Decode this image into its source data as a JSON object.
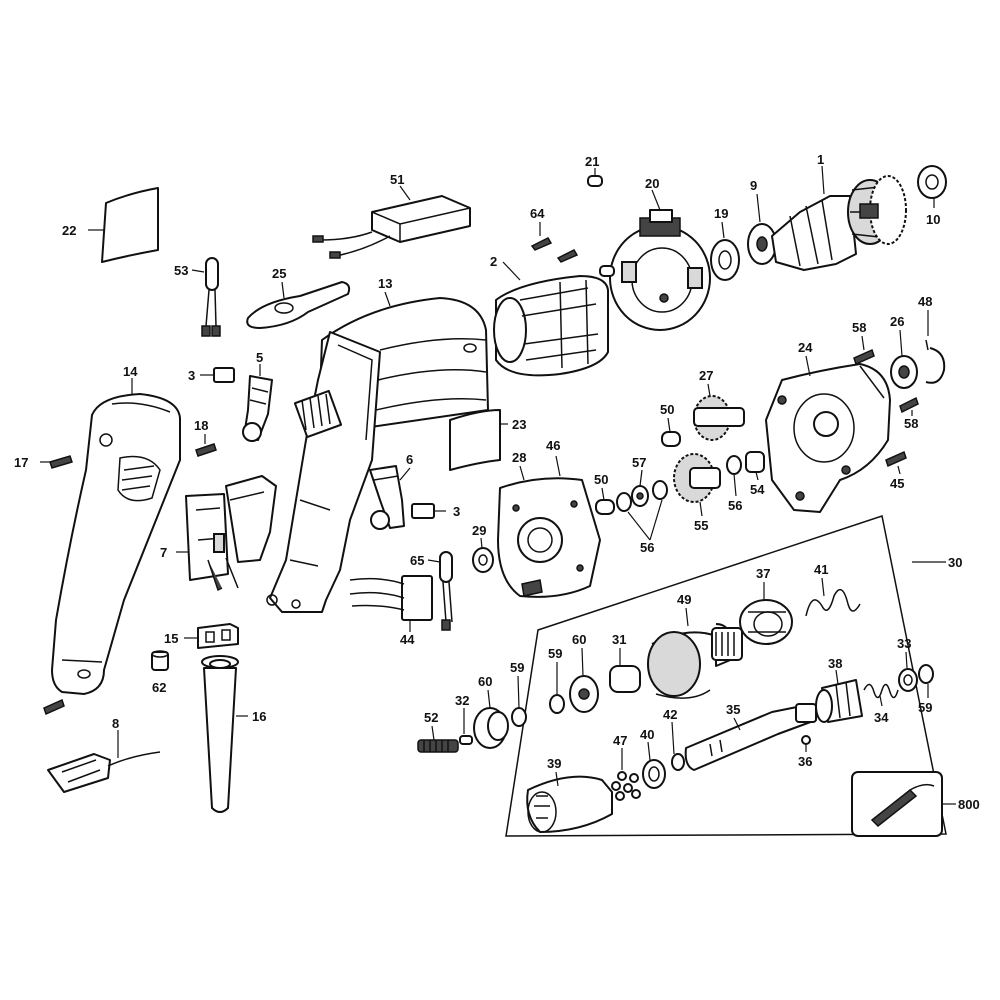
{
  "diagram": {
    "labels": {
      "p1": "1",
      "p2": "2",
      "p3a": "3",
      "p3b": "3",
      "p5": "5",
      "p6": "6",
      "p7": "7",
      "p8": "8",
      "p9": "9",
      "p10": "10",
      "p13": "13",
      "p14": "14",
      "p15": "15",
      "p16": "16",
      "p17": "17",
      "p18": "18",
      "p19": "19",
      "p20": "20",
      "p21": "21",
      "p22": "22",
      "p23": "23",
      "p24": "24",
      "p25": "25",
      "p26": "26",
      "p27": "27",
      "p28": "28",
      "p29": "29",
      "p30": "30",
      "p31": "31",
      "p32": "32",
      "p33": "33",
      "p34": "34",
      "p35": "35",
      "p36": "36",
      "p37": "37",
      "p38": "38",
      "p39": "39",
      "p40": "40",
      "p41": "41",
      "p42": "42",
      "p44": "44",
      "p45": "45",
      "p46": "46",
      "p47": "47",
      "p48": "48",
      "p49": "49",
      "p50a": "50",
      "p50b": "50",
      "p51": "51",
      "p52": "52",
      "p53": "53",
      "p54": "54",
      "p55": "55",
      "p56a": "56",
      "p56b": "56",
      "p57": "57",
      "p58a": "58",
      "p58b": "58",
      "p59a": "59",
      "p59b": "59",
      "p59c": "59",
      "p60a": "60",
      "p60b": "60",
      "p62": "62",
      "p64": "64",
      "p65": "65",
      "p800": "800"
    }
  }
}
